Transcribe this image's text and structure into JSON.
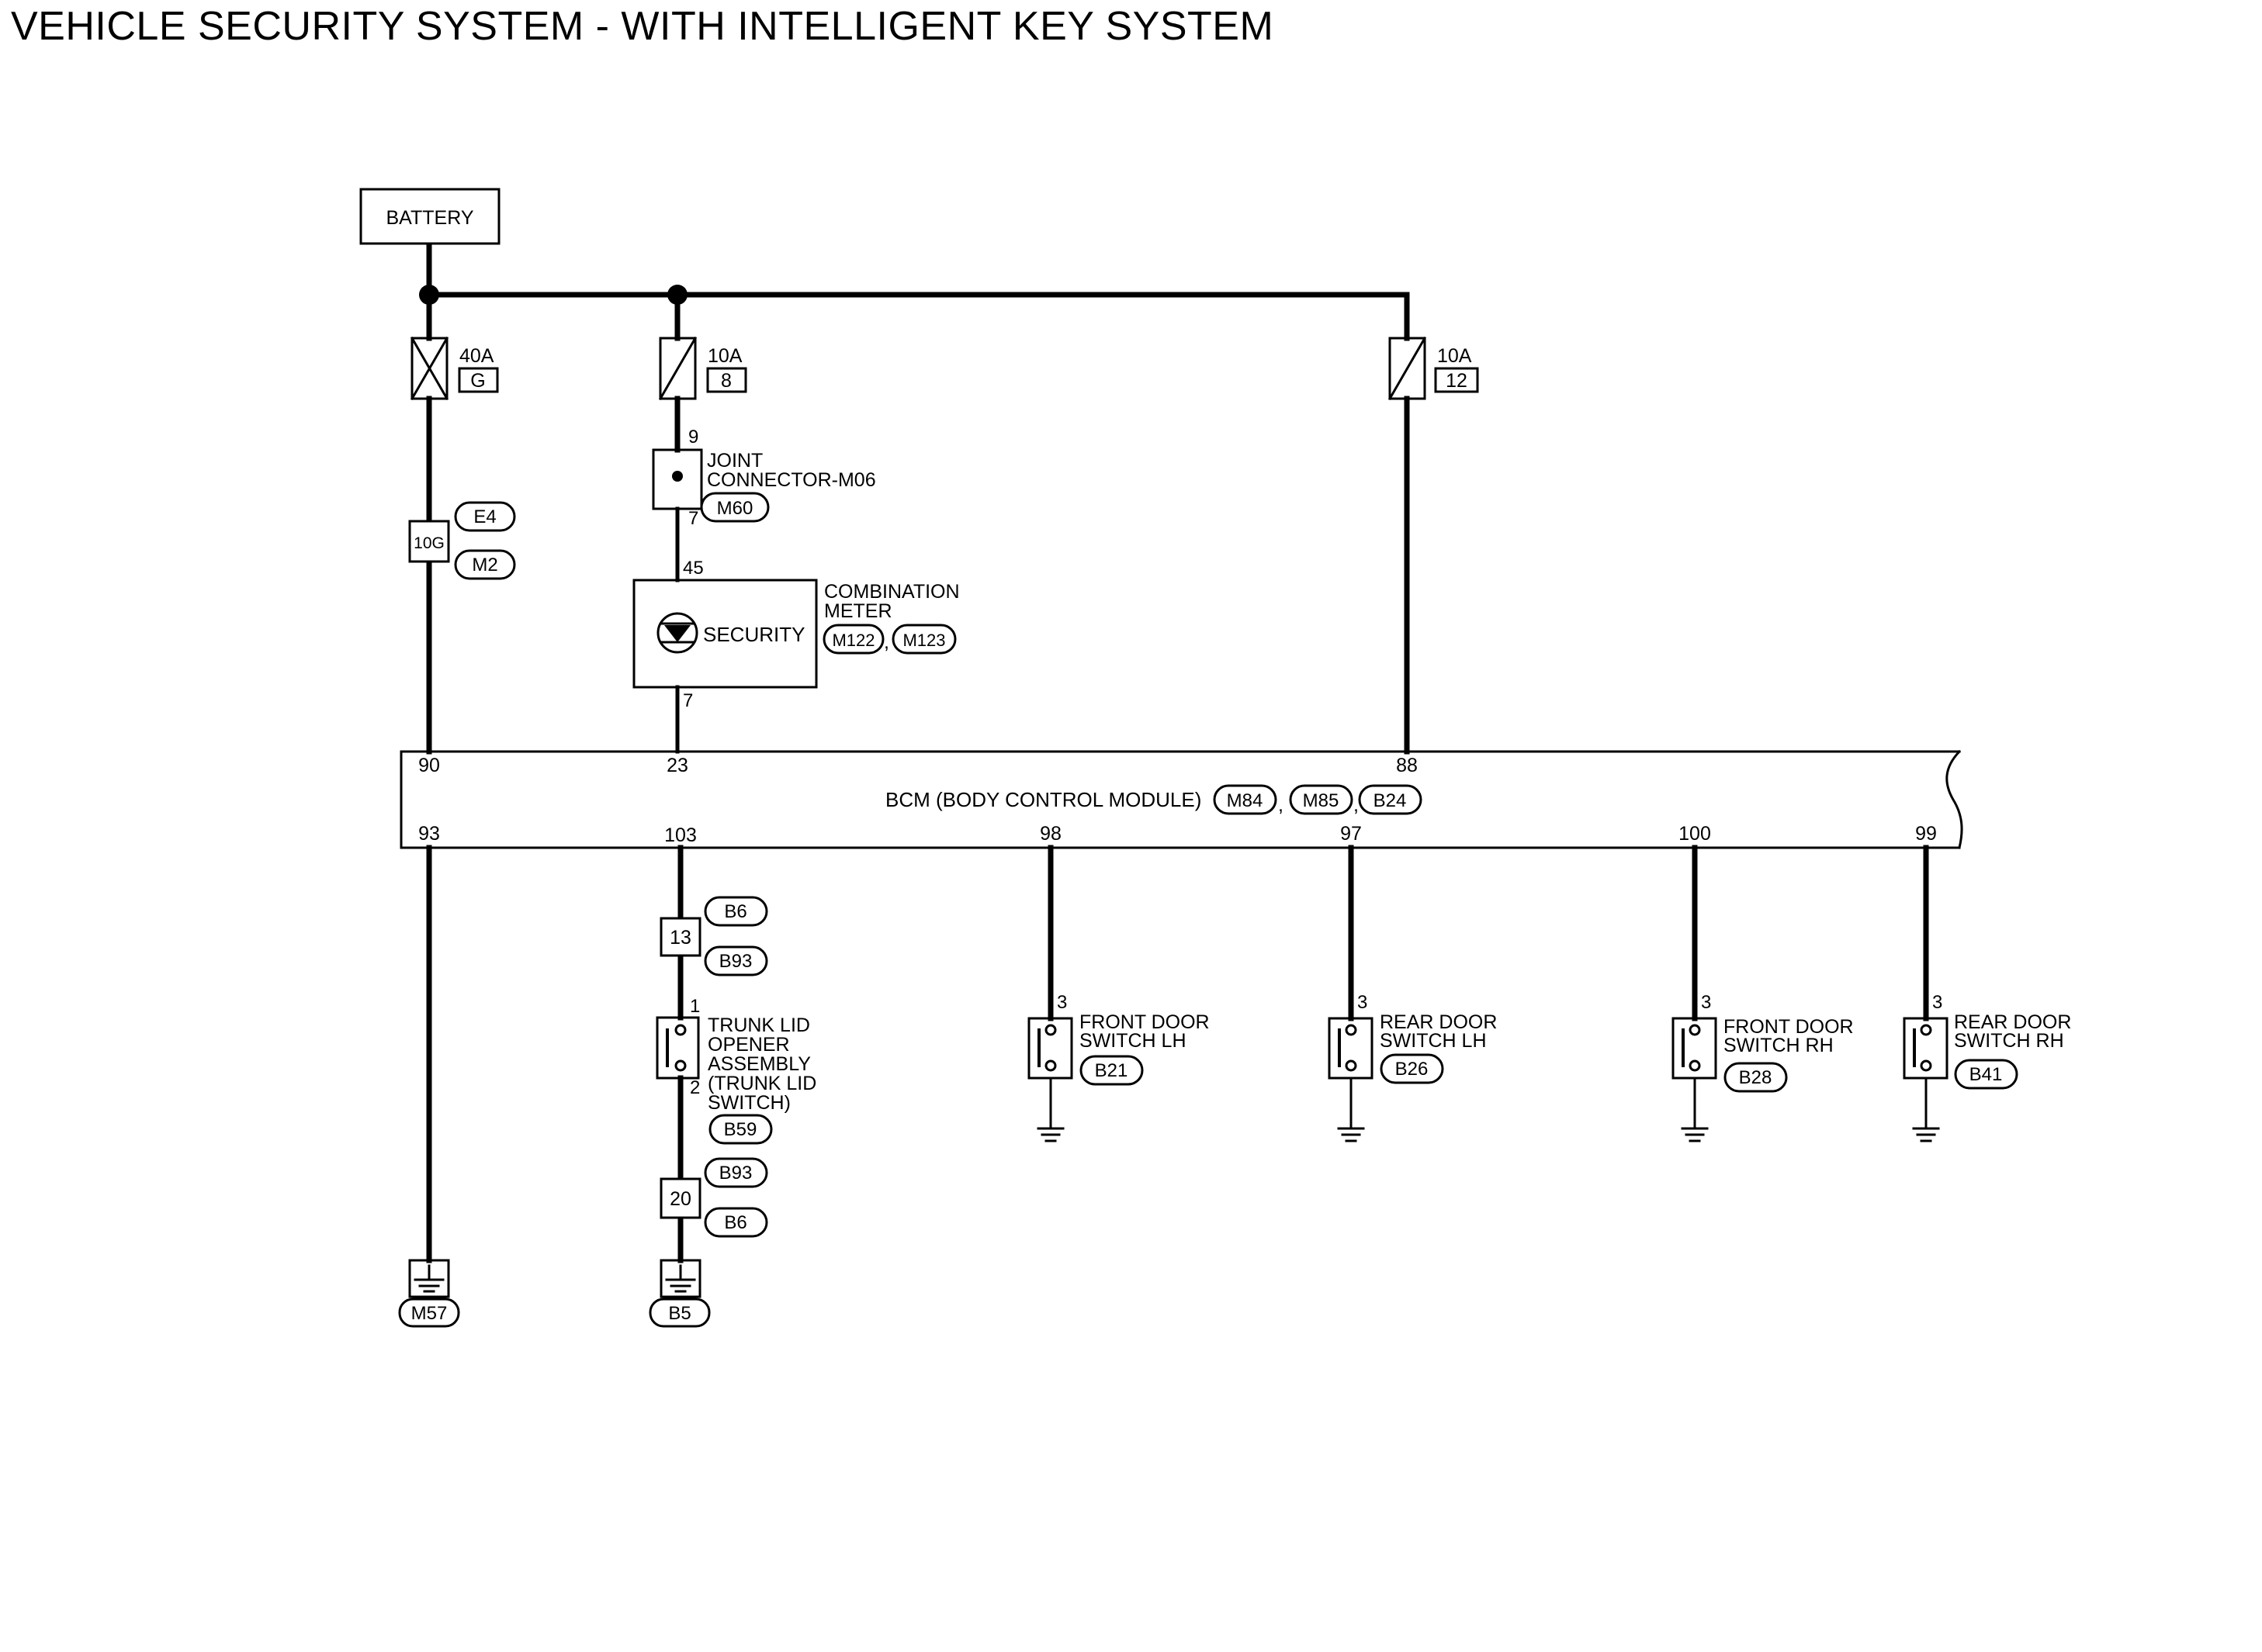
{
  "title": "VEHICLE SECURITY SYSTEM - WITH INTELLIGENT KEY SYSTEM",
  "battery": {
    "label": "BATTERY"
  },
  "fuses": [
    {
      "rating": "40A",
      "id": "G"
    },
    {
      "rating": "10A",
      "id": "8"
    },
    {
      "rating": "10A",
      "id": "12"
    }
  ],
  "inline_10g": {
    "label": "10G",
    "connectors": [
      "E4",
      "M2"
    ]
  },
  "joint_connector": {
    "name_line1": "JOINT",
    "name_line2": "CONNECTOR-M06",
    "connector": "M60",
    "pin_top": "9",
    "pin_bottom": "7"
  },
  "combination_meter": {
    "name_line1": "COMBINATION",
    "name_line2": "METER",
    "indicator": "SECURITY",
    "connectors": [
      "M122",
      "M123"
    ],
    "pin_top": "45",
    "pin_bottom": "7"
  },
  "bcm": {
    "label": "BCM (BODY CONTROL MODULE)",
    "connectors": [
      "M84",
      "M85",
      "B24"
    ],
    "separator": ",",
    "pins_top": [
      "90",
      "23",
      "88"
    ],
    "pins_bottom": [
      "93",
      "103",
      "98",
      "97",
      "100",
      "99"
    ]
  },
  "trunk_harness": {
    "upper": {
      "pin": "13",
      "connectors": [
        "B6",
        "B93"
      ]
    },
    "lower": {
      "pin": "20",
      "connectors": [
        "B93",
        "B6"
      ]
    }
  },
  "trunk_switch": {
    "lines": [
      "TRUNK LID",
      "OPENER",
      "ASSEMBLY",
      "(TRUNK LID",
      "SWITCH)"
    ],
    "connector": "B59",
    "pin_top": "1",
    "pin_bottom": "2"
  },
  "door_switches": [
    {
      "line1": "FRONT DOOR",
      "line2": "SWITCH LH",
      "connector": "B21",
      "pin": "3"
    },
    {
      "line1": "REAR DOOR",
      "line2": "SWITCH LH",
      "connector": "B26",
      "pin": "3"
    },
    {
      "line1": "FRONT DOOR",
      "line2": "SWITCH RH",
      "connector": "B28",
      "pin": "3"
    },
    {
      "line1": "REAR DOOR",
      "line2": "SWITCH RH",
      "connector": "B41",
      "pin": "3"
    }
  ],
  "grounds": [
    {
      "connector": "M57"
    },
    {
      "connector": "B5"
    }
  ]
}
